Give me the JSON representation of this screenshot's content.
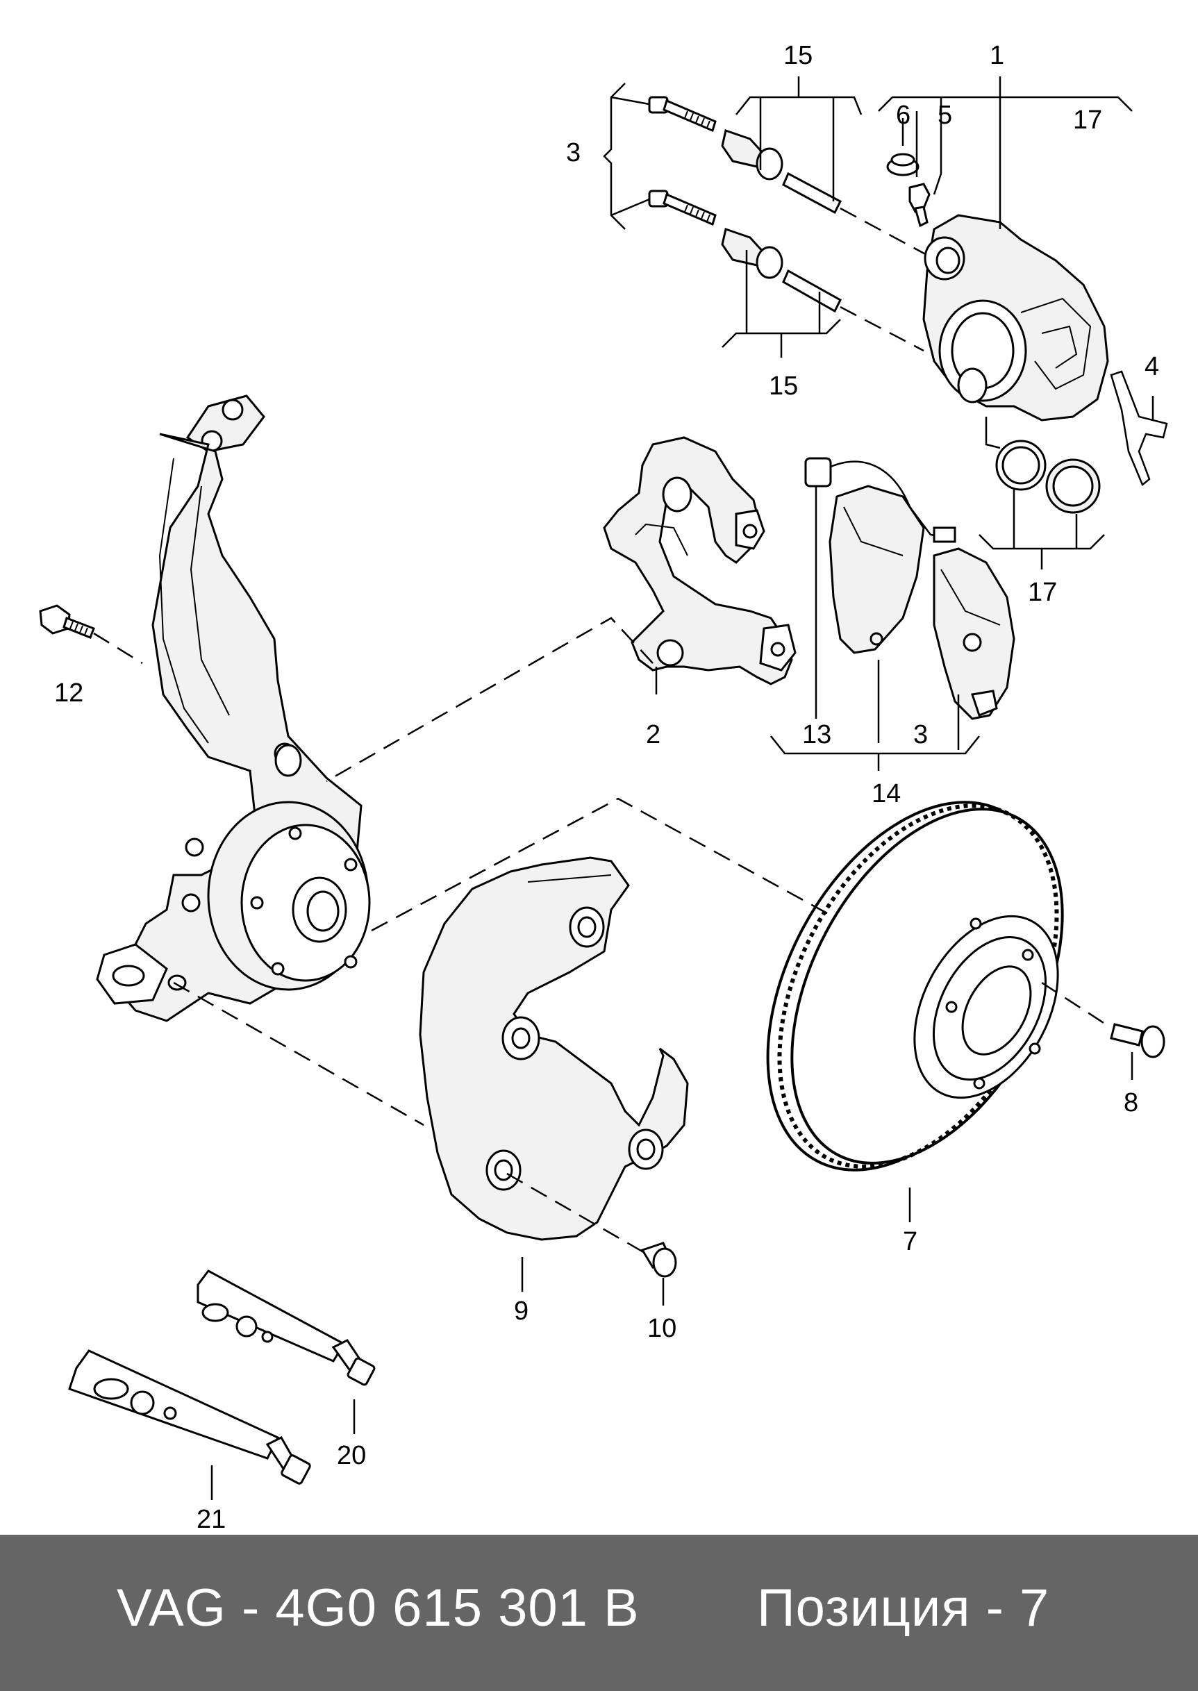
{
  "callouts": {
    "c1": "1",
    "c2": "2",
    "c3a": "3",
    "c3b": "3",
    "c4": "4",
    "c5": "5",
    "c6": "6",
    "c7": "7",
    "c8": "8",
    "c9": "9",
    "c10": "10",
    "c12": "12",
    "c13": "13",
    "c14": "14",
    "c15a": "15",
    "c15b": "15",
    "c17a": "17",
    "c17b": "17",
    "c20": "20",
    "c21": "21"
  },
  "footer": {
    "part_number": "VAG - 4G0 615 301 B",
    "position": "Позиция - 7"
  }
}
